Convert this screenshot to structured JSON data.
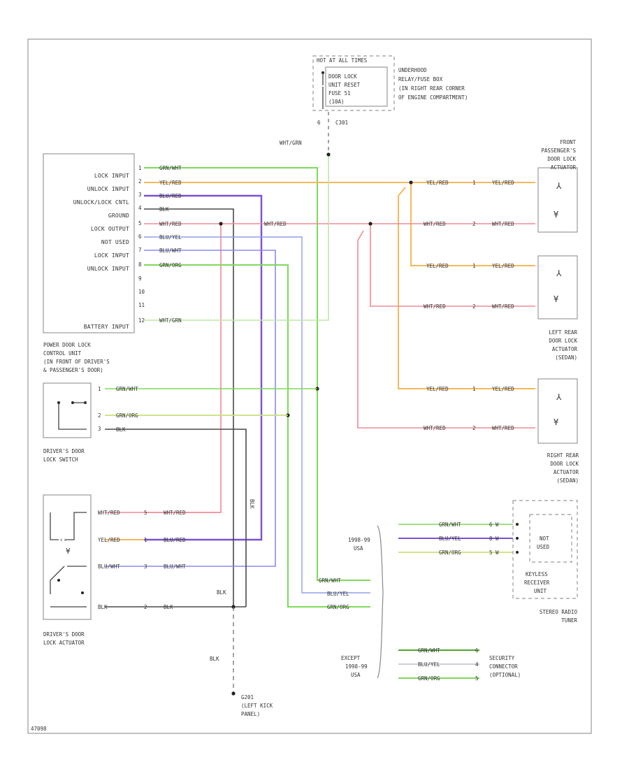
{
  "diagram_id": "47098",
  "fuse_box": {
    "header": "HOT AT ALL TIMES",
    "fuse_lines": [
      "DOOR LOCK",
      "UNIT RESET",
      "FUSE 51",
      "(10A)"
    ],
    "location_lines": [
      "UNDERHOOD",
      "RELAY/FUSE BOX",
      "(IN RIGHT REAR CORNER",
      "OF ENGINE COMPARTMENT)"
    ],
    "pin": "6",
    "connector": "C301",
    "wire": "WHT/GRN"
  },
  "control_unit": {
    "pins": [
      {
        "label": "LOCK INPUT",
        "num": "1",
        "wire": "GRN/WHT"
      },
      {
        "label": "UNLOCK INPUT",
        "num": "2",
        "wire": "YEL/RED"
      },
      {
        "label": "UNLOCK/LOCK CNTL",
        "num": "3",
        "wire": "BLU/RED"
      },
      {
        "label": "GROUND",
        "num": "4",
        "wire": "BLK"
      },
      {
        "label": "LOCK OUTPUT",
        "num": "5",
        "wire": "WHT/RED"
      },
      {
        "label": "NOT USED",
        "num": "6",
        "wire": "BLU/YEL"
      },
      {
        "label": "LOCK INPUT",
        "num": "7",
        "wire": "BLU/WHT"
      },
      {
        "label": "UNLOCK INPUT",
        "num": "8",
        "wire": "GRN/ORG"
      },
      {
        "label": "",
        "num": "9",
        "wire": ""
      },
      {
        "label": "",
        "num": "10",
        "wire": ""
      },
      {
        "label": "",
        "num": "11",
        "wire": ""
      },
      {
        "label": "BATTERY INPUT",
        "num": "12",
        "wire": "WHT/GRN"
      }
    ],
    "name_lines": [
      "POWER DOOR LOCK",
      "CONTROL UNIT",
      "(IN FRONT OF DRIVER'S",
      "& PASSENGER'S DOOR)"
    ]
  },
  "driver_switch": {
    "pins": [
      {
        "num": "1",
        "wire": "GRN/WHT"
      },
      {
        "num": "2",
        "wire": "GRN/ORG"
      },
      {
        "num": "3",
        "wire": "BLK"
      }
    ],
    "name_lines": [
      "DRIVER'S DOOR",
      "LOCK SWITCH"
    ]
  },
  "driver_actuator": {
    "pins": [
      {
        "num": "5",
        "wire_in": "WHT/RED",
        "wire_out": "WHT/RED"
      },
      {
        "num": "1",
        "wire_in": "YEL/RED",
        "wire_out": "BLU/RED"
      },
      {
        "num": "3",
        "wire_in": "BLU/WHT",
        "wire_out": "BLU/WHT"
      },
      {
        "num": "2",
        "wire_in": "BLK",
        "wire_out": "BLK"
      }
    ],
    "name_lines": [
      "DRIVER'S DOOR",
      "LOCK ACTUATOR"
    ],
    "blk_vertical": "BLK",
    "blk_horizontal": "BLK",
    "ground_wire": "BLK",
    "ground_lines": [
      "G201",
      "(LEFT KICK",
      "PANEL)"
    ]
  },
  "actuators": [
    {
      "name_lines": [
        "FRONT",
        "PASSENGER'S",
        "DOOR LOCK",
        "ACTUATOR"
      ],
      "w1": "YEL/RED",
      "p1": "1",
      "w1b": "YEL/RED",
      "w2": "WHT/RED",
      "p2": "2",
      "w2b": "WHT/RED"
    },
    {
      "name_lines": [
        "LEFT REAR",
        "DOOR LOCK",
        "ACTUATOR",
        "(SEDAN)"
      ],
      "w1": "YEL/RED",
      "p1": "1",
      "w1b": "YEL/RED",
      "w2": "WHT/RED",
      "p2": "2",
      "w2b": "WHT/RED"
    },
    {
      "name_lines": [
        "RIGHT REAR",
        "DOOR LOCK",
        "ACTUATOR",
        "(SEDAN)"
      ],
      "w1": "YEL/RED",
      "p1": "1",
      "w1b": "YEL/RED",
      "w2": "WHT/RED",
      "p2": "2",
      "w2b": "WHT/RED"
    }
  ],
  "bundle": [
    "GRN/WHT",
    "BLU/YEL",
    "GRN/ORG"
  ],
  "usa_label_lines": [
    "1998-99",
    "USA"
  ],
  "except_label_lines": [
    "EXCEPT",
    "1998-99",
    "USA"
  ],
  "keyless": {
    "wires": [
      {
        "wire": "GRN/WHT",
        "pin": "6 W"
      },
      {
        "wire": "BLU/YEL",
        "pin": "8 W"
      },
      {
        "wire": "GRN/ORG",
        "pin": "5 W"
      }
    ],
    "inner_lines": [
      "NOT",
      "USED"
    ],
    "unit_lines": [
      "KEYLESS",
      "RECEIVER",
      "UNIT"
    ],
    "name_lines": [
      "STEREO RADIO",
      "TUNER"
    ]
  },
  "security": {
    "wires": [
      {
        "wire": "GRN/WHT",
        "pin": "6"
      },
      {
        "wire": "BLU/YEL",
        "pin": "4"
      },
      {
        "wire": "GRN/ORG",
        "pin": "5"
      }
    ],
    "name_lines": [
      "SECURITY",
      "CONNECTOR",
      "(OPTIONAL)"
    ]
  },
  "colors": {
    "green": "#7ed957",
    "green_dark": "#4fa62a",
    "yellow_red": "#f5b85a",
    "blue_red": "#7b4fd6",
    "black": "#4a4a4a",
    "white_red": "#f08a96",
    "blue_yellow": "#8fa0e6",
    "blue_white": "#8a8af0",
    "green_orange": "#c8e07a",
    "white_green": "#bde8a5"
  }
}
